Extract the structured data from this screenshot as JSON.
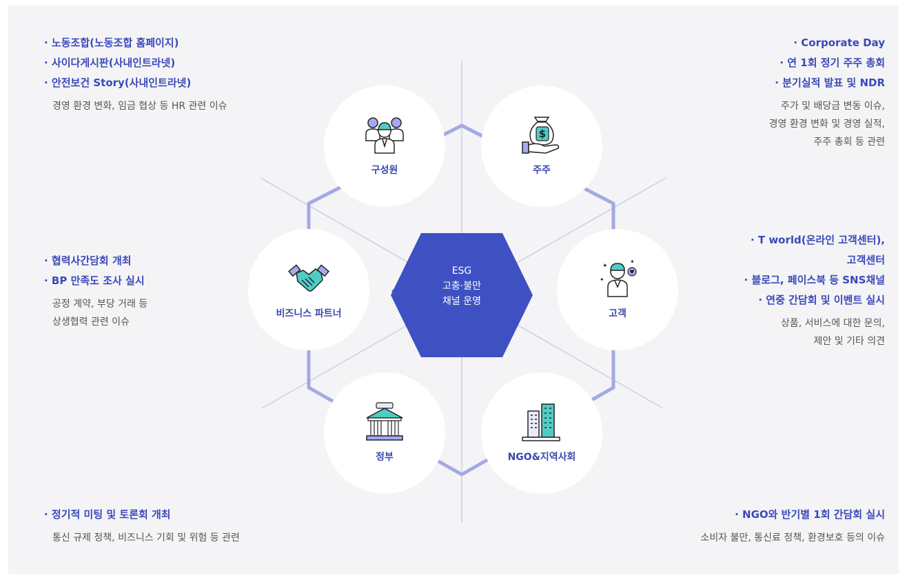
{
  "center": {
    "lines": [
      "ESG",
      "고충·불만",
      "채널 운영"
    ]
  },
  "colors": {
    "accent": "#3a49b8",
    "hexagon": "#3f51c2",
    "line": "#9aa1dd",
    "text": "#555555",
    "panel": "#f4f4f6"
  },
  "stakeholders": {
    "employees": {
      "name": "구성원",
      "icon": "people-group-icon",
      "channels": [
        "· 노동조합(노동조합 홈페이지)",
        "· 사이다게시판(사내인트라넷)",
        "· 안전보건 Story(사내인트라넷)"
      ],
      "issues": [
        "경영 환경 변화, 임금 협상 등 HR 관련 이슈"
      ]
    },
    "shareholders": {
      "name": "주주",
      "icon": "money-bag-hand-icon",
      "channels": [
        "· Corporate Day",
        "· 연 1회 정기 주주 총회",
        "· 분기실적 발표 및 NDR"
      ],
      "issues": [
        "주가 및 배당금 변동 이슈,",
        "경영 환경 변화 및 경영 실적,",
        "주주 총회 등 관련"
      ]
    },
    "partners": {
      "name": "비즈니스 파트너",
      "icon": "handshake-icon",
      "channels": [
        "· 협력사간담회 개최",
        "· BP 만족도 조사 실시"
      ],
      "issues": [
        "공정 계약, 부당 거래 등",
        "상생협력 관련 이슈"
      ]
    },
    "customers": {
      "name": "고객",
      "icon": "customer-icon",
      "channels": [
        "· T world(온라인 고객센터),",
        "고객센터",
        "· 블로그, 페이스북 등 SNS채널",
        "· 연중 간담회 및 이벤트 실시"
      ],
      "issues": [
        "상품, 서비스에 대한 문의,",
        "제안 및 기타 의견"
      ]
    },
    "government": {
      "name": "정부",
      "icon": "government-building-icon",
      "channels": [
        "· 정기적 미팅 및 토론회 개최"
      ],
      "issues": [
        "통신 규제 정책, 비즈니스 기회 및 위험 등 관련"
      ]
    },
    "ngo": {
      "name": "NGO&지역사회",
      "icon": "city-buildings-icon",
      "channels": [
        "· NGO와 반기별 1회 간담회 실시"
      ],
      "issues": [
        "소비자 불만, 통신료 정책, 환경보호 등의 이슈"
      ]
    }
  }
}
